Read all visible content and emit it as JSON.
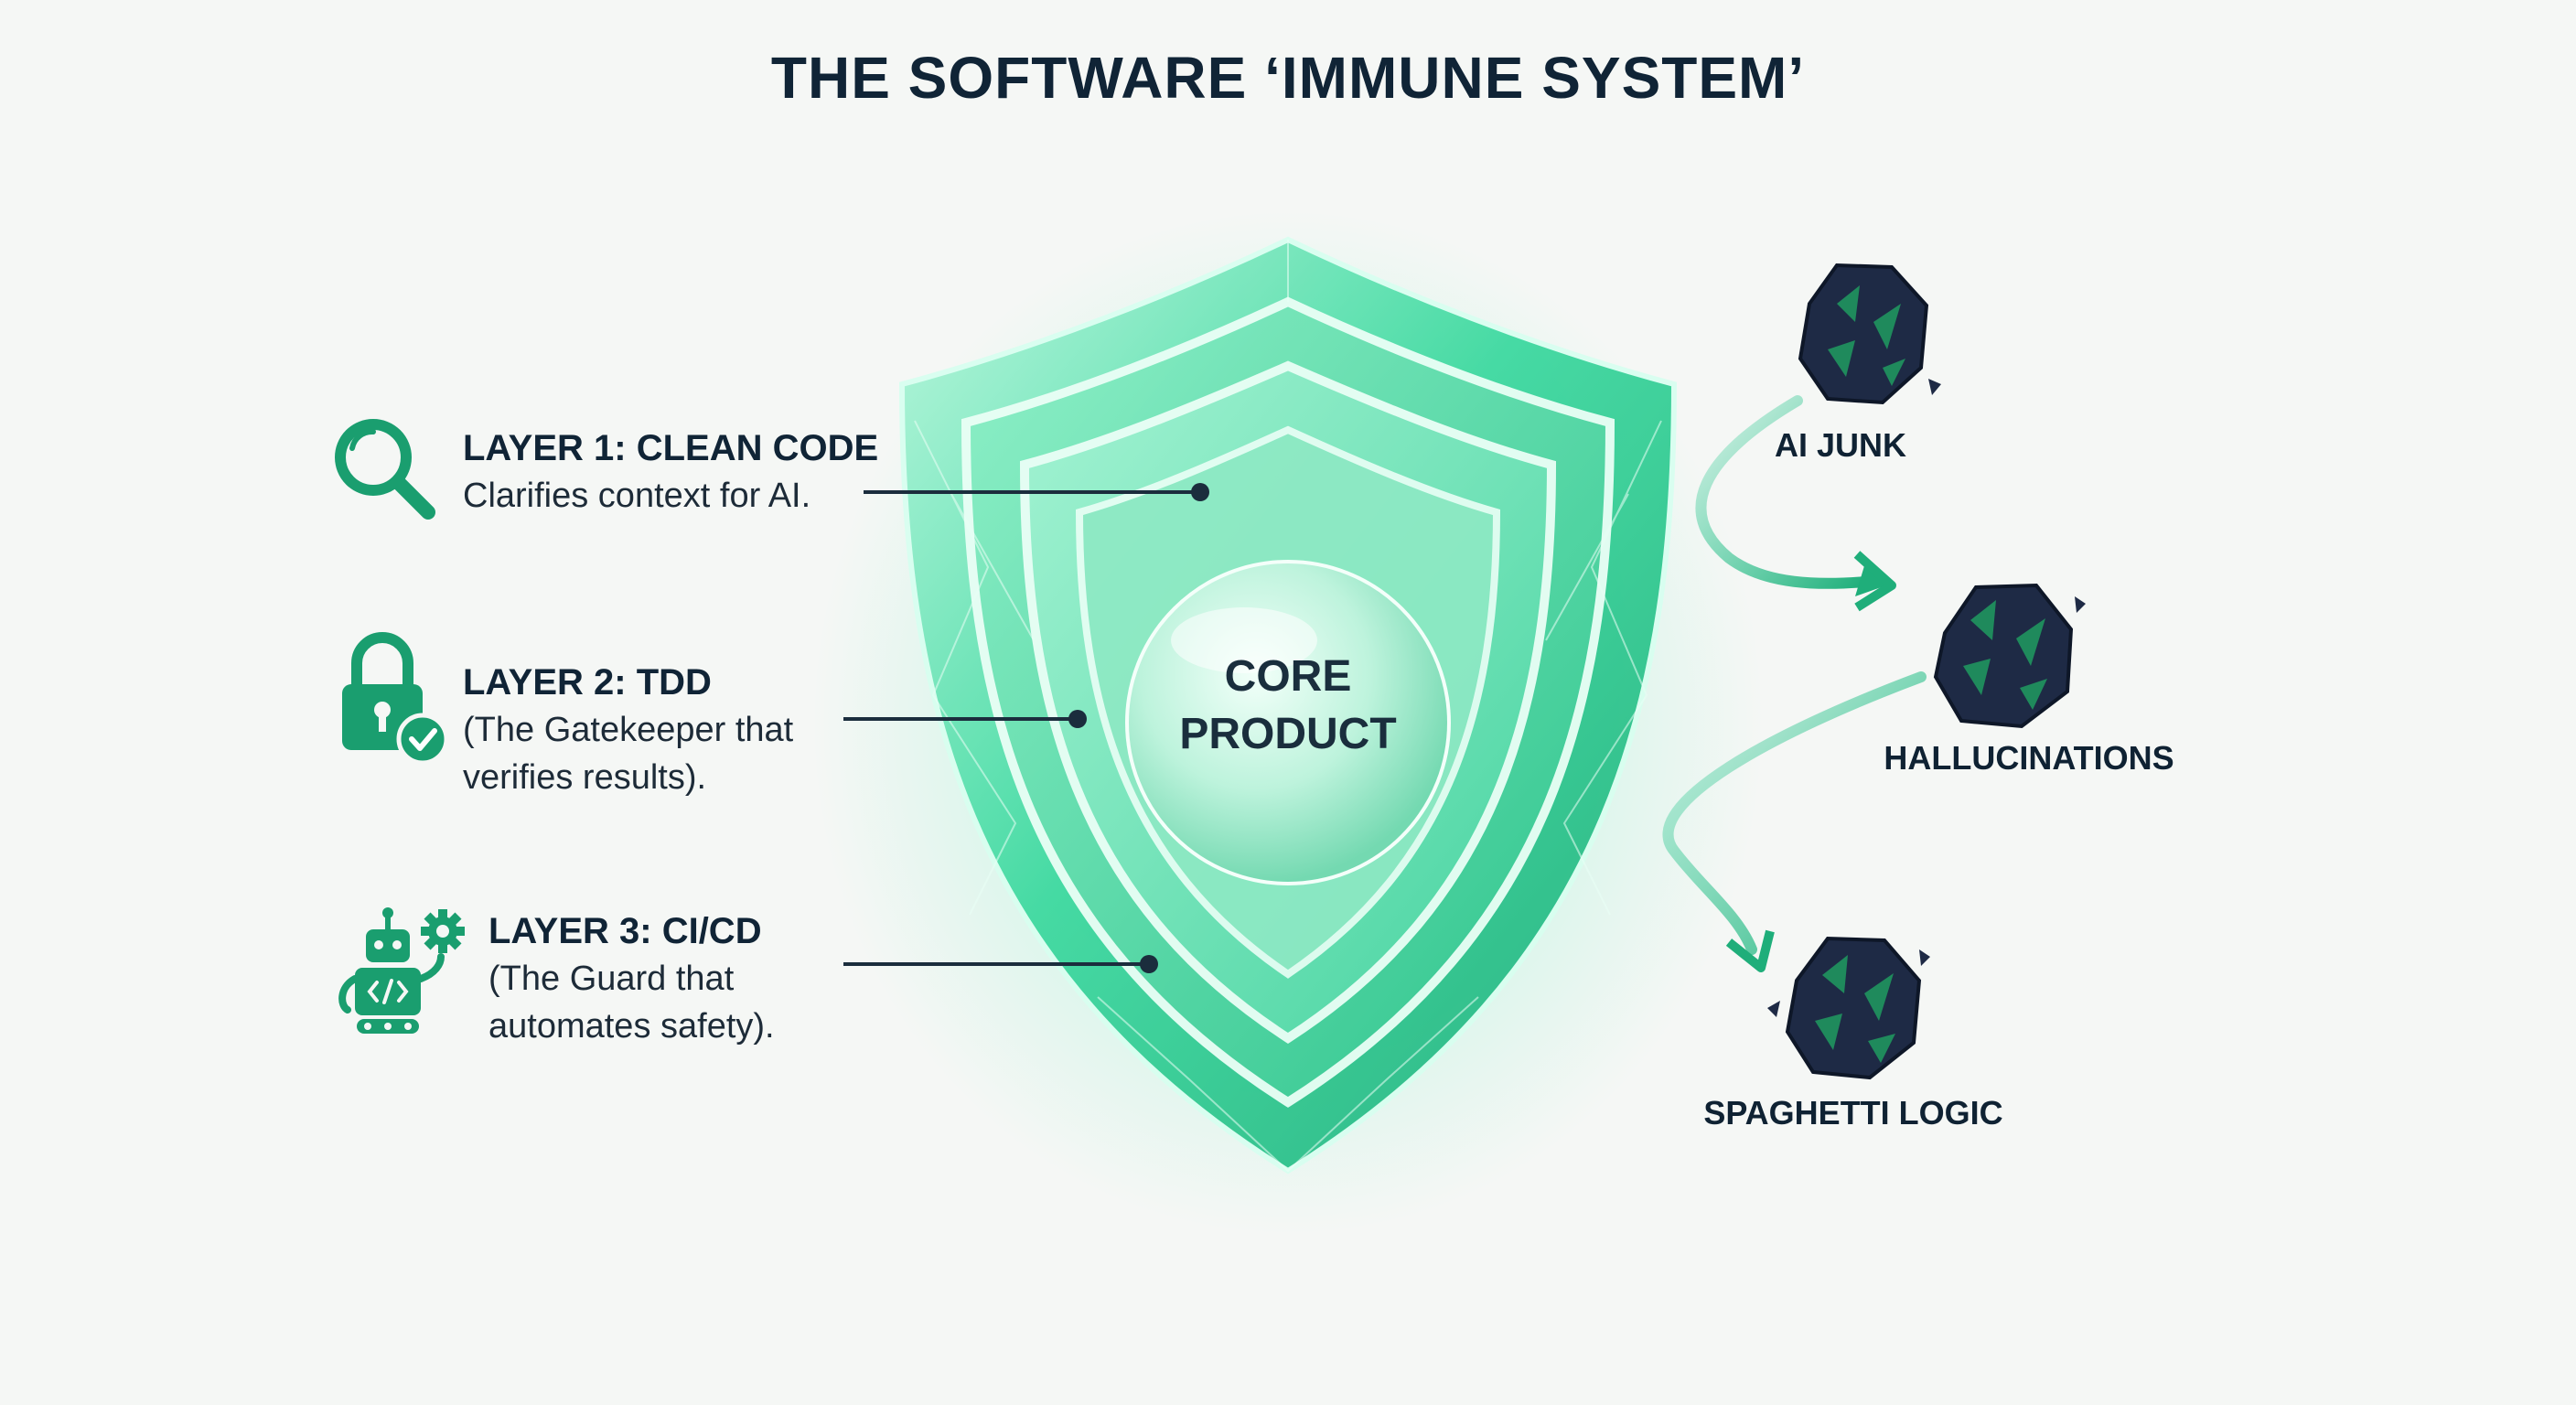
{
  "title": "THE SOFTWARE ‘IMMUNE SYSTEM’",
  "core": {
    "line1": "CORE",
    "line2": "PRODUCT"
  },
  "layers": [
    {
      "icon": "magnifier-icon",
      "title": "LAYER 1: CLEAN CODE",
      "desc_lines": [
        "Clarifies context for AI."
      ]
    },
    {
      "icon": "lock-check-icon",
      "title": "LAYER 2: TDD",
      "desc_lines": [
        "(The Gatekeeper that",
        "verifies results)."
      ]
    },
    {
      "icon": "robot-gear-icon",
      "title": "LAYER 3: CI/CD",
      "desc_lines": [
        "(The Guard that",
        "automates safety)."
      ]
    }
  ],
  "threats": [
    {
      "label": "AI JUNK",
      "icon": "rock-icon"
    },
    {
      "label": "HALLUCINATIONS",
      "icon": "rock-icon"
    },
    {
      "label": "SPAGHETTI LOGIC",
      "icon": "rock-icon"
    }
  ],
  "colors": {
    "accent": "#1a9e6f",
    "shield_glow": "#5ef0bc",
    "shield_mid": "#2fcf97",
    "text": "#102436",
    "rock": "#1e2a45",
    "rock_shard": "#1f8a5c",
    "background": "#f5f7f5"
  }
}
